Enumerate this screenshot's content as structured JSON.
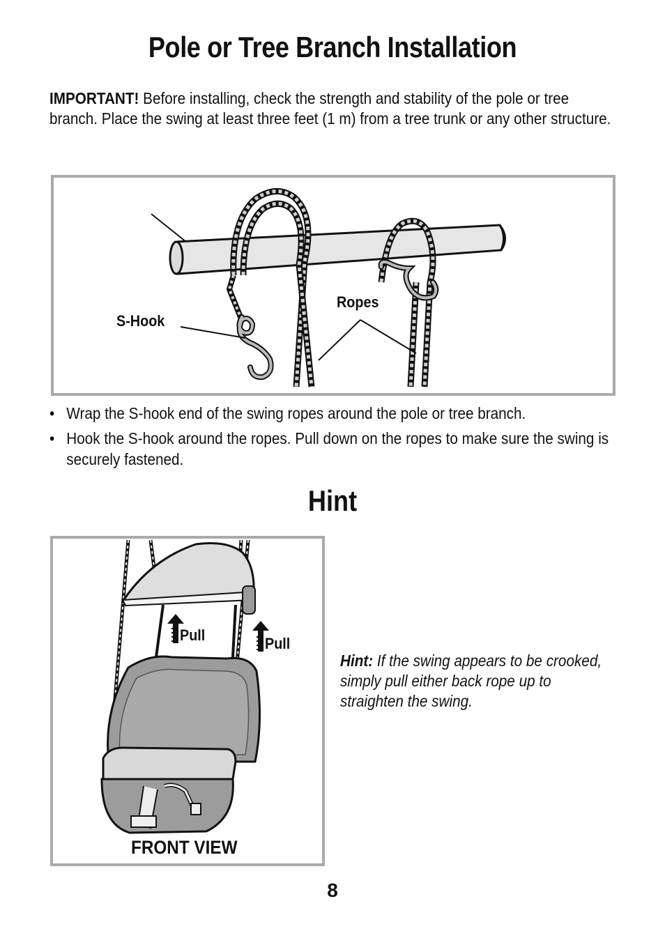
{
  "title": "Pole or Tree Branch Installation",
  "intro": {
    "lead": "IMPORTANT!",
    "text": " Before installing, check the strength and stability of the pole or tree branch. Place the swing at least three feet (1 m) from a tree trunk or any other structure."
  },
  "figure1": {
    "label_shook": "S-Hook",
    "label_ropes": "Ropes"
  },
  "bullets": [
    "Wrap the S-hook end of the swing ropes around the pole or tree branch.",
    "Hook the S-hook around the ropes. Pull down on the ropes to make sure the swing is securely fastened."
  ],
  "bullet_symbol": "•",
  "hint_heading": "Hint",
  "figure2": {
    "pull_left": "Pull",
    "pull_right": "Pull",
    "caption": "FRONT VIEW"
  },
  "hint": {
    "lead": "Hint:",
    "text": " If the swing appears to be crooked, simply pull either back rope up to straighten the swing."
  },
  "page_number": "8"
}
